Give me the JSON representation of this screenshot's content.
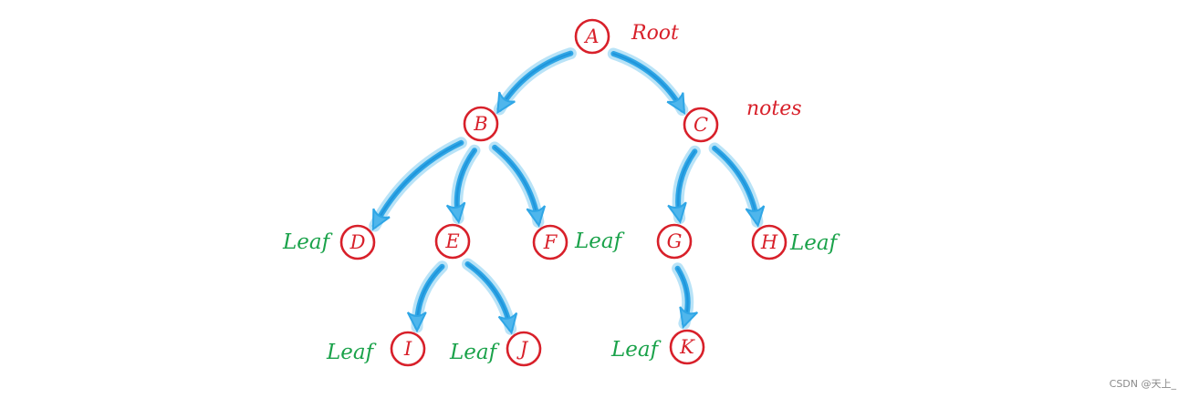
{
  "nodes": [
    {
      "id": "A",
      "label": "A"
    },
    {
      "id": "B",
      "label": "B"
    },
    {
      "id": "C",
      "label": "C"
    },
    {
      "id": "D",
      "label": "D"
    },
    {
      "id": "E",
      "label": "E"
    },
    {
      "id": "F",
      "label": "F"
    },
    {
      "id": "G",
      "label": "G"
    },
    {
      "id": "H",
      "label": "H"
    },
    {
      "id": "I",
      "label": "I"
    },
    {
      "id": "J",
      "label": "J"
    },
    {
      "id": "K",
      "label": "K"
    }
  ],
  "edges": [
    {
      "from": "A",
      "to": "B"
    },
    {
      "from": "A",
      "to": "C"
    },
    {
      "from": "B",
      "to": "D"
    },
    {
      "from": "B",
      "to": "E"
    },
    {
      "from": "B",
      "to": "F"
    },
    {
      "from": "C",
      "to": "G"
    },
    {
      "from": "C",
      "to": "H"
    },
    {
      "from": "E",
      "to": "I"
    },
    {
      "from": "E",
      "to": "J"
    },
    {
      "from": "G",
      "to": "K"
    }
  ],
  "labels": {
    "root": "Root",
    "notes": "notes",
    "leaf": "Leaf"
  },
  "leaf_nodes": [
    "D",
    "F",
    "H",
    "I",
    "J",
    "K"
  ],
  "colors": {
    "node": "#d8202a",
    "edge": "#2fa6e6",
    "leaf_label": "#1aa24a"
  },
  "watermark": "CSDN @天上_"
}
